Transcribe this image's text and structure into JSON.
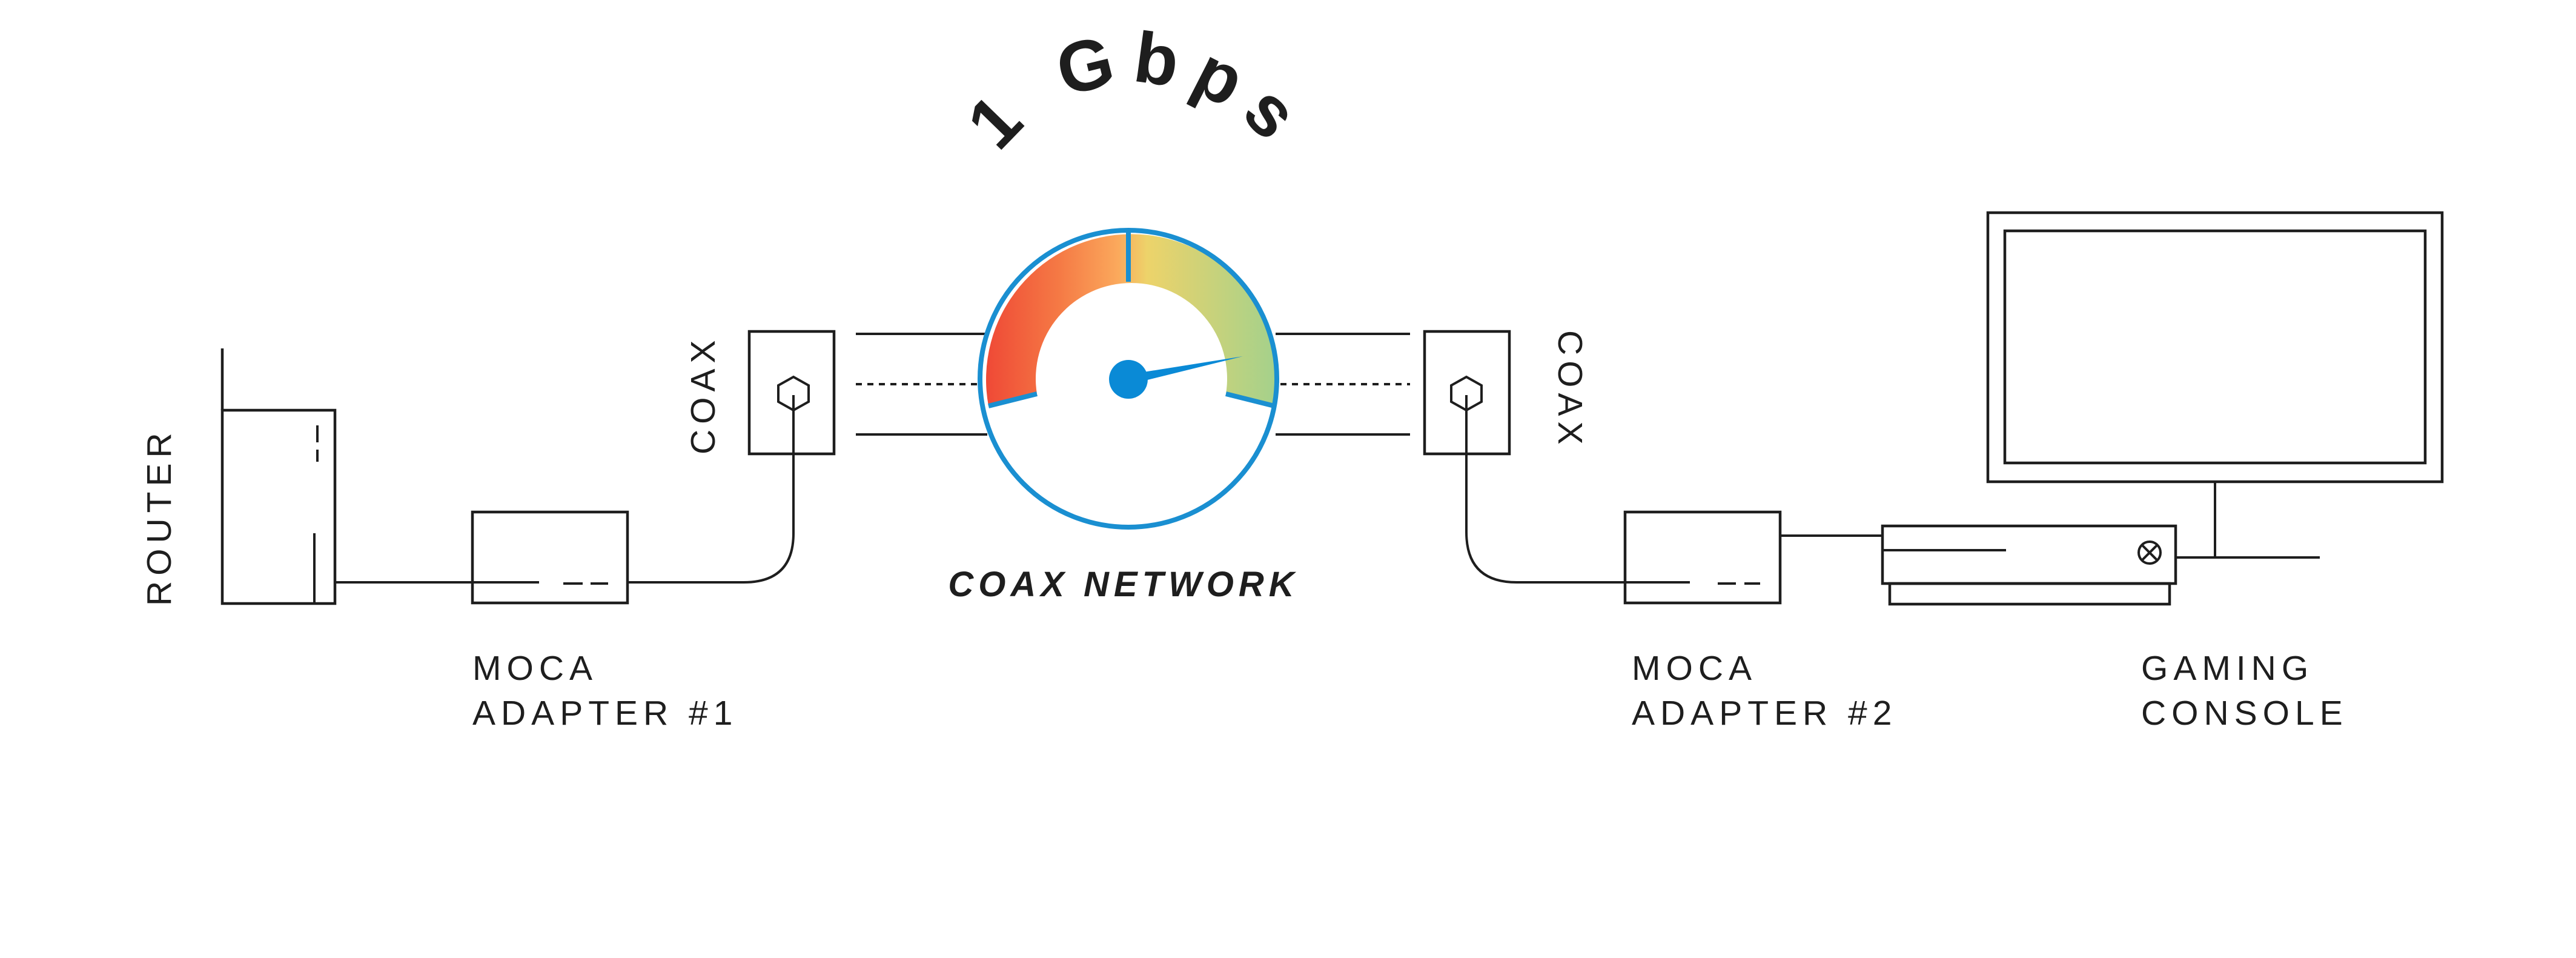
{
  "labels": {
    "router": "ROUTER",
    "coax_left": "COAX",
    "coax_right": "COAX",
    "adapter1_line1": "MOCA",
    "adapter1_line2": "ADAPTER #1",
    "adapter2_line1": "MOCA",
    "adapter2_line2": "ADAPTER #2",
    "console_line1": "GAMING",
    "console_line2": "CONSOLE",
    "network": "COAX NETWORK",
    "speed": "1 Gbps"
  },
  "colors": {
    "line": "#1e1e1e",
    "gauge_ring": "#1a8fd1",
    "gauge_red": "#ef4a36",
    "gauge_orange": "#fba95c",
    "gauge_yellow": "#edd36a",
    "gauge_green": "#a3d18c",
    "hub": "#0a8ad6"
  },
  "icons": {
    "coax_port": "hexagon-port-icon",
    "console_logo": "xbox-logo-icon"
  }
}
